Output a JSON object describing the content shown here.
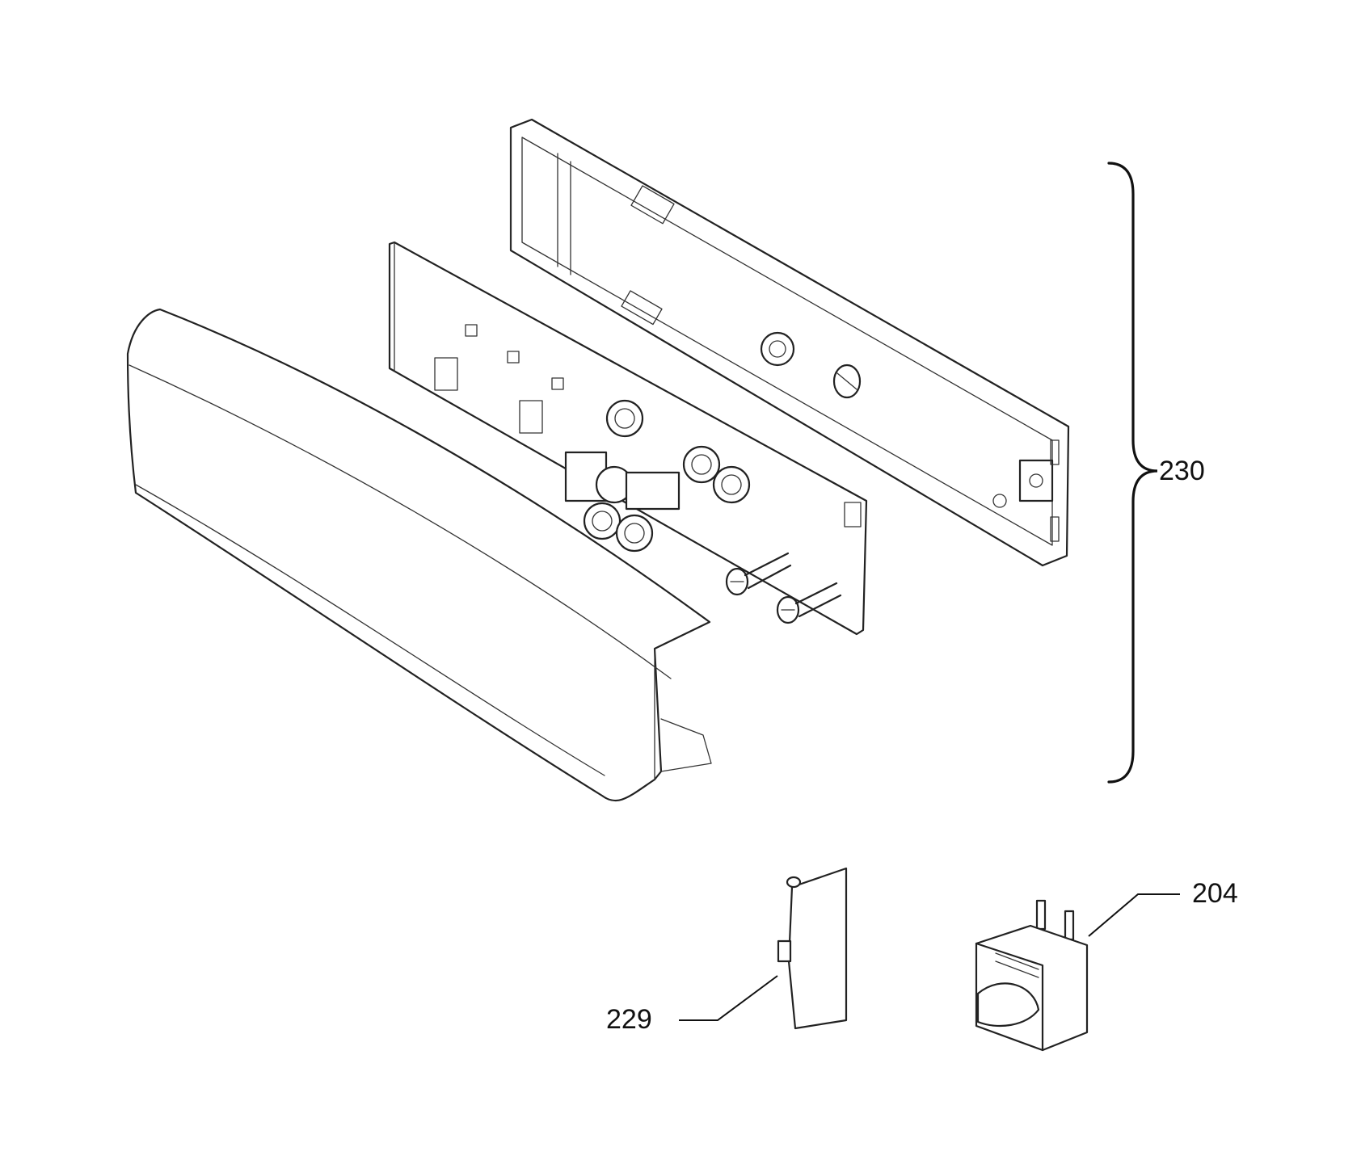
{
  "callouts": [
    {
      "id": "230",
      "label": "230"
    },
    {
      "id": "204",
      "label": "204"
    },
    {
      "id": "229",
      "label": "229"
    }
  ],
  "parts": [
    {
      "name": "control-housing-frame"
    },
    {
      "name": "circuit-board"
    },
    {
      "name": "front-trim-cover"
    },
    {
      "name": "mounting-screws"
    },
    {
      "name": "cover-clip"
    },
    {
      "name": "rocker-switch"
    }
  ]
}
